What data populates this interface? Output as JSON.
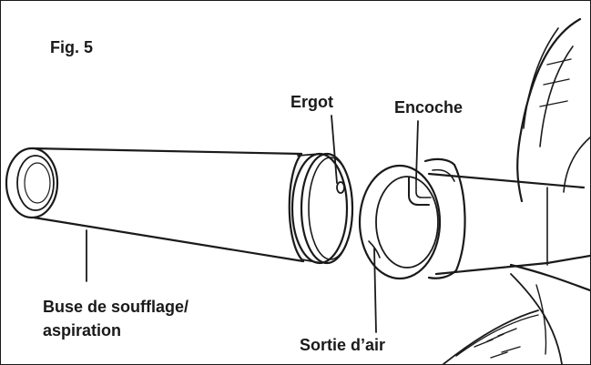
{
  "figure": {
    "title": "Fig. 5",
    "labels": {
      "ergot": "Ergot",
      "encoche": "Encoche",
      "sortie": "Sortie d’air",
      "buse_line1": "Buse de soufflage/",
      "buse_line2": "aspiration"
    },
    "colors": {
      "ink": "#1a1a1a",
      "paper": "#ffffff",
      "shade": "#e9e9e9"
    }
  }
}
